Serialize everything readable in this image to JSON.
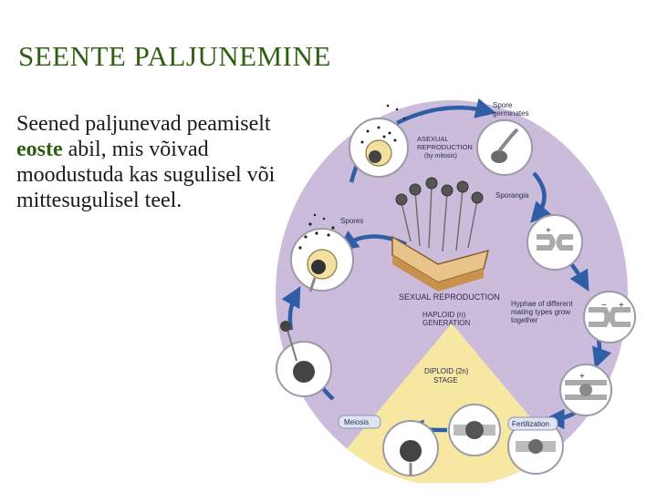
{
  "title": "SEENTE PALJUNEMINE",
  "body": {
    "part1": "Seened paljunevad peamiselt ",
    "highlight": "eoste",
    "part2": " abil, mis võivad moodustuda kas sugulisel või mittesugulisel teel."
  },
  "diagram": {
    "spore_germinates": [
      "Spore",
      "germinates"
    ],
    "asexual": [
      "ASEXUAL",
      "REPRODUCTION",
      "(by mitosis)"
    ],
    "sporangia": "Sporangia",
    "spores": "Spores",
    "sexual": "SEXUAL REPRODUCTION",
    "haploid": [
      "HAPLOID (n)",
      "GENERATION"
    ],
    "hyphae": [
      "Hyphae of different",
      "mating types grow",
      "together"
    ],
    "diploid": [
      "DIPLOID (2n)",
      "STAGE"
    ],
    "meiosis": "Meiosis",
    "fertilization": "Fertilization",
    "plus": "+",
    "minus": "−",
    "colors": {
      "title_green": "#2f5f12",
      "lavender_bg": "#cbbcdc",
      "diploid_yellow": "#f6e7a2",
      "cycle_arrow": "#2f5ea6"
    }
  }
}
